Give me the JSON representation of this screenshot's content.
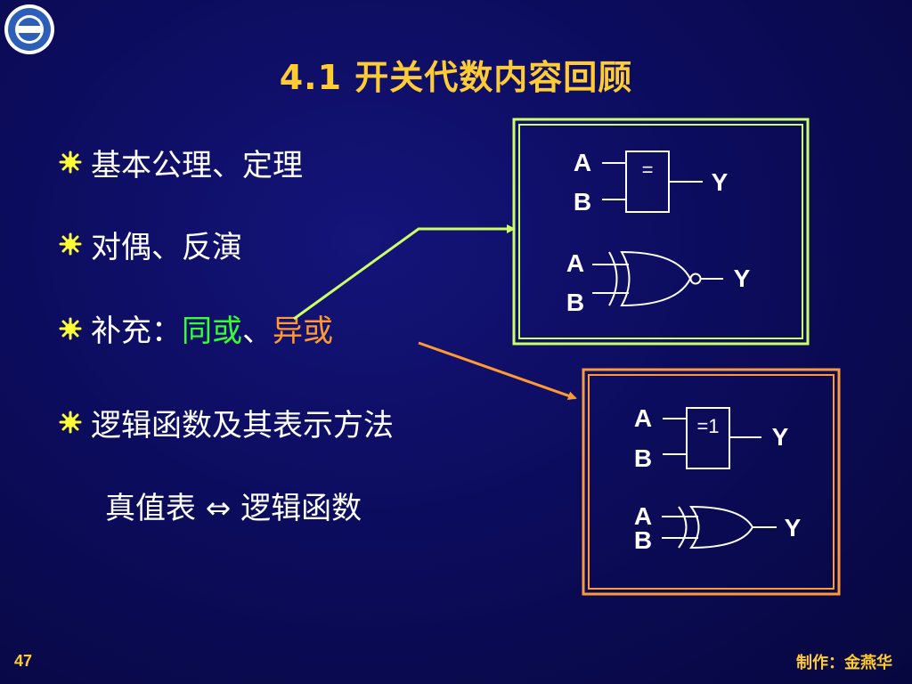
{
  "title": "4.1   开关代数内容回顾",
  "bullets": [
    {
      "text": "基本公理、定理"
    },
    {
      "text": "对偶、反演"
    },
    {
      "prefix": "补充：",
      "highlight_a": "同或",
      "separator": "、",
      "highlight_b": "异或"
    },
    {
      "text": "逻辑函数及其表示方法"
    }
  ],
  "sub_line": {
    "left": "真值表",
    "symbol": "⇔",
    "right": "逻辑函数"
  },
  "colors": {
    "title": "#ffcc33",
    "xnor": "#33ff33",
    "xor": "#ff9933",
    "text": "#ffffff",
    "box_xnor_border": "#ccff66",
    "box_xor_border": "#ff9933"
  },
  "xnor_box": {
    "rect_gate": {
      "input_a": "A",
      "input_b": "B",
      "symbol": "=",
      "output": "Y"
    },
    "shaped_gate": {
      "input_a": "A",
      "input_b": "B",
      "output": "Y"
    }
  },
  "xor_box": {
    "rect_gate": {
      "input_a": "A",
      "input_b": "B",
      "symbol": "=1",
      "output": "Y"
    },
    "shaped_gate": {
      "input_a": "A",
      "input_b": "B",
      "output": "Y"
    }
  },
  "footer": {
    "page": "47",
    "credit": "制作：金燕华"
  }
}
